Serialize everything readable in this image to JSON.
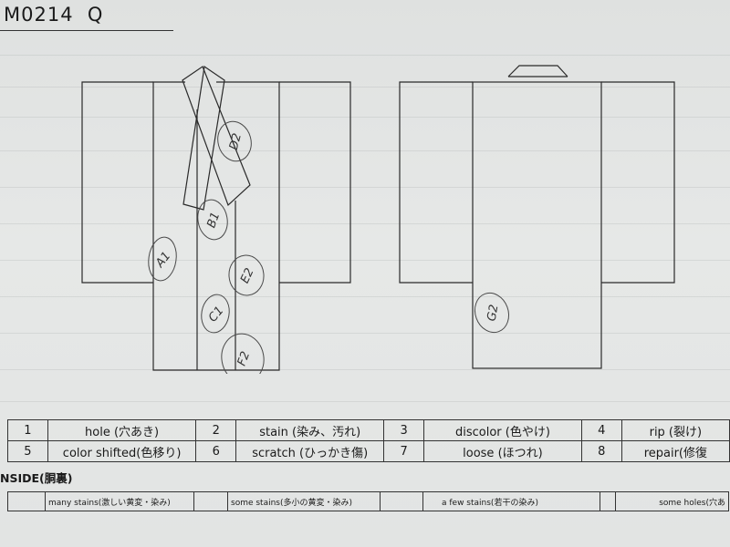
{
  "header": {
    "code": "M0214",
    "grade": "Q"
  },
  "marks": {
    "front": [
      "D2",
      "B1",
      "A1",
      "E2",
      "C1",
      "F2"
    ],
    "back": [
      "G2"
    ]
  },
  "legend": [
    [
      {
        "num": "1",
        "label": "hole (穴あき)"
      },
      {
        "num": "2",
        "label": "stain (染み、汚れ)"
      },
      {
        "num": "3",
        "label": "discolor (色やけ)"
      },
      {
        "num": "4",
        "label": "rip (裂け)"
      }
    ],
    [
      {
        "num": "5",
        "label": "color shifted(色移り)"
      },
      {
        "num": "6",
        "label": "scratch (ひっかき傷)"
      },
      {
        "num": "7",
        "label": "loose (ほつれ)"
      },
      {
        "num": "8",
        "label": "repair(修復"
      }
    ]
  ],
  "inside": {
    "label": "NSIDE(胴裏)",
    "items": [
      "many stains(激しい黄変・染み)",
      "some stains(多小の黄変・染み)",
      "a few stains(若干の染み)",
      "some holes(穴あ"
    ]
  }
}
